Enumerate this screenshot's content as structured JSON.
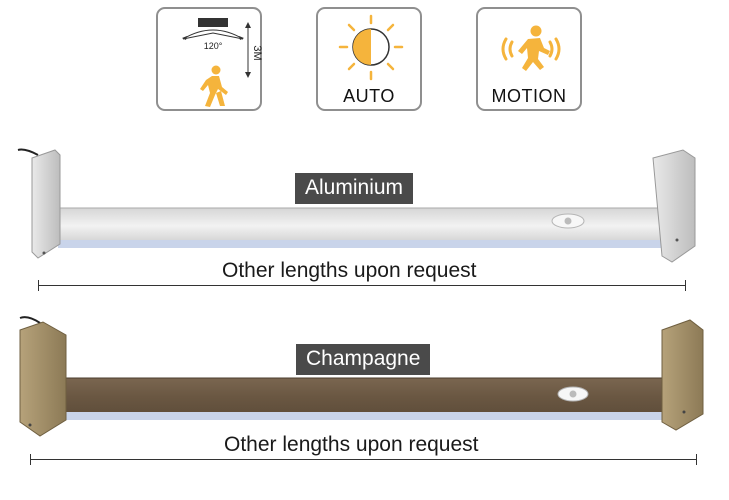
{
  "icons": {
    "angle": {
      "degree_label": "120°",
      "height_label": "3M"
    },
    "auto": {
      "label": "AUTO"
    },
    "motion": {
      "label": "MOTION"
    }
  },
  "products": [
    {
      "finish": "Aluminium",
      "note": "Other lengths upon request"
    },
    {
      "finish": "Champagne",
      "note": "Other lengths upon request"
    }
  ],
  "colors": {
    "accent_orange": "#f5b43c",
    "tag_bg": "#4a4a4a",
    "aluminium": "#dcdcdc",
    "champagne_frame": "#9d8a63",
    "champagne_bar": "#6e5a44"
  }
}
